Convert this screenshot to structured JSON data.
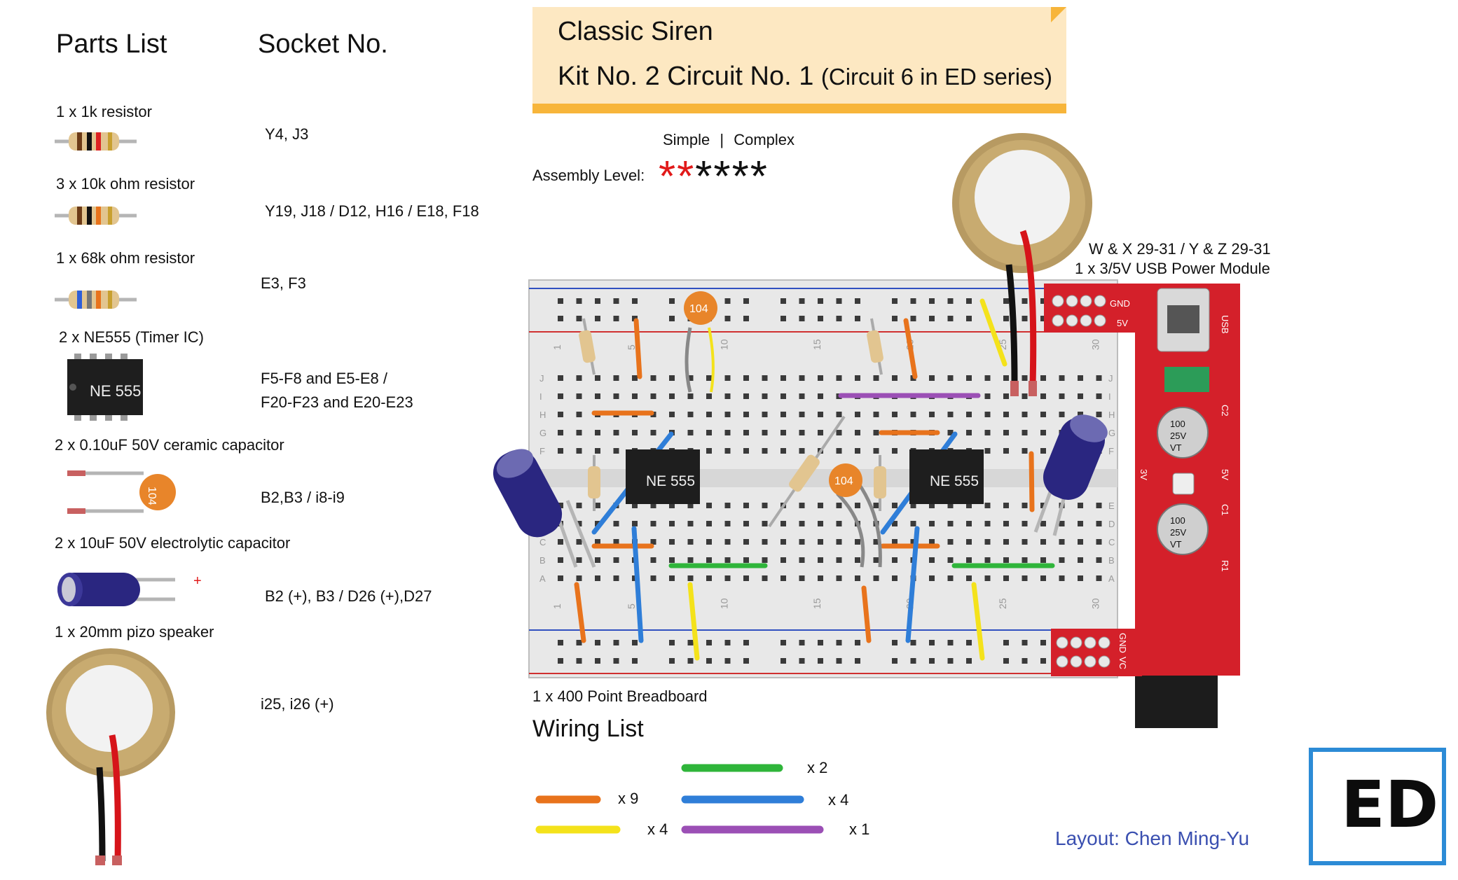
{
  "parts_list": {
    "header": "Parts List",
    "socket_header": "Socket No.",
    "items": [
      {
        "name": "1 x 1k resistor",
        "socket": [
          "Y4, J3"
        ],
        "icon": "resistor-1k-icon"
      },
      {
        "name": "3 x 10k ohm resistor",
        "socket": [
          "Y19, J18 / D12, H16 / E18, F18"
        ],
        "icon": "resistor-10k-icon"
      },
      {
        "name": "1 x 68k ohm resistor",
        "socket": [
          "E3, F3"
        ],
        "icon": "resistor-68k-icon"
      },
      {
        "name": "2 x NE555 (Timer IC)",
        "socket": [
          "F5-F8 and E5-E8 /",
          "F20-F23 and E20-E23"
        ],
        "icon": "ne555-ic-icon",
        "chip_label": "NE 555"
      },
      {
        "name": "2 x 0.10uF 50V ceramic capacitor",
        "socket": [
          "B2,B3 / i8-i9"
        ],
        "icon": "ceramic-capacitor-icon",
        "chip_label": "104"
      },
      {
        "name": "2 x 10uF 50V electrolytic capacitor",
        "socket": [
          "B2 (+), B3 / D26 (+),D27"
        ],
        "icon": "electrolytic-capacitor-icon",
        "polarity": "+"
      },
      {
        "name": "1 x 20mm pizo speaker",
        "socket": [
          "i25, i26 (+)"
        ],
        "icon": "piezo-speaker-icon"
      }
    ]
  },
  "title": {
    "line1": "Classic Siren",
    "line2_main": "Kit No. 2 Circuit No. 1",
    "line2_note": "(Circuit 6 in ED series)"
  },
  "assembly": {
    "scale_simple": "Simple",
    "scale_sep": "|",
    "scale_complex": "Complex",
    "label": "Assembly Level:",
    "level": 2,
    "max": 6
  },
  "breadboard": {
    "caption": "1 x 400 Point Breadboard",
    "column_numbers": [
      "1",
      "5",
      "10",
      "15",
      "20",
      "25",
      "30"
    ],
    "row_letters_top": [
      "J",
      "I",
      "H",
      "G",
      "F"
    ],
    "row_letters_bottom": [
      "E",
      "D",
      "C",
      "B",
      "A"
    ],
    "ic_label": "NE 555",
    "cap_label": "104"
  },
  "power_module": {
    "sockets": "W & X 29-31 / Y & Z 29-31",
    "name": "1 x 3/5V USB Power Module",
    "labels": [
      "GND",
      "5V",
      "USB",
      "C2",
      "5V",
      "3V",
      "C1",
      "R1",
      "GND",
      "VC"
    ],
    "cap_text": [
      "100",
      "25V",
      "VT"
    ]
  },
  "wiring": {
    "header": "Wiring List",
    "items": [
      {
        "color": "#e8731c",
        "count": "x 9"
      },
      {
        "color": "#f4e21b",
        "count": "x 4"
      },
      {
        "color": "#2fb53a",
        "count": "x 2"
      },
      {
        "color": "#2f7ed8",
        "count": "x 4"
      },
      {
        "color": "#9b4fb5",
        "count": "x 1"
      }
    ]
  },
  "credit": "Layout: Chen Ming-Yu",
  "logo": "ED",
  "colors": {
    "note_bg": "#fde8c2",
    "note_band": "#f7b53a",
    "module_red": "#d4202a",
    "credit_blue": "#3a4fb0",
    "logo_blue": "#2c8bd6"
  }
}
